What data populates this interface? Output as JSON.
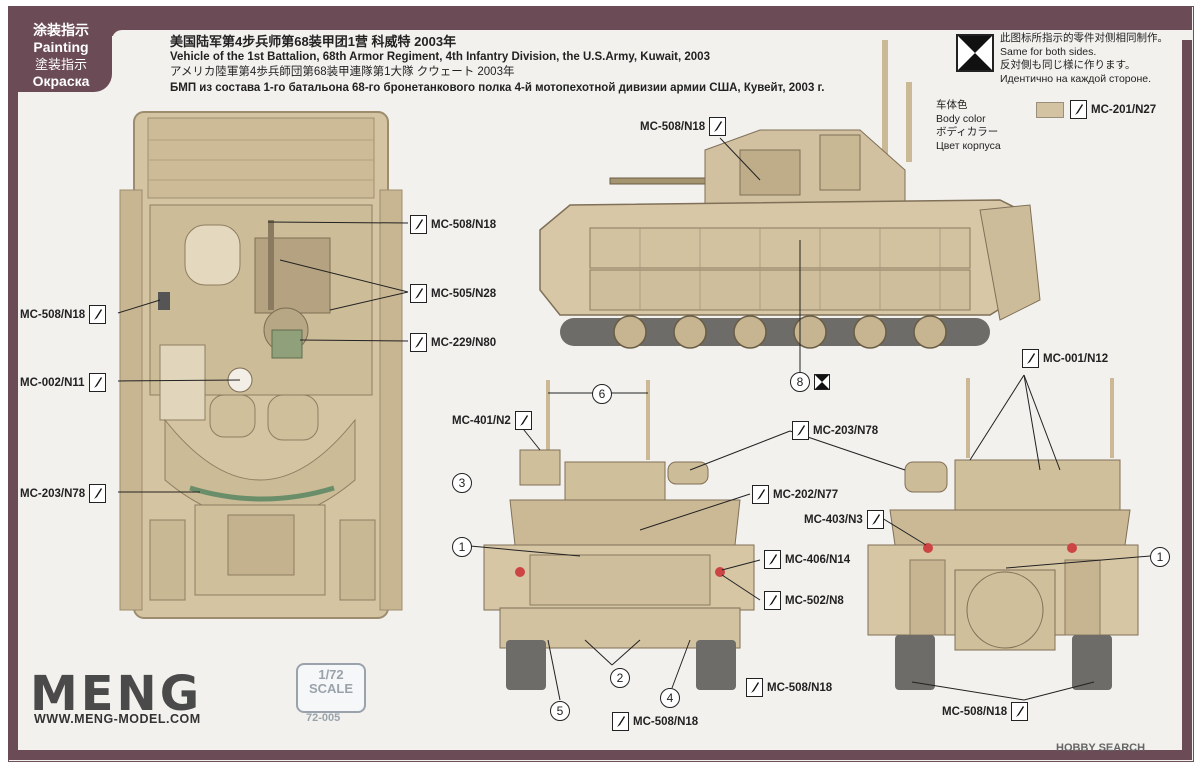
{
  "heading": {
    "cn": "涂装指示",
    "en": "Painting",
    "ja": "塗装指示",
    "ru": "Окраска"
  },
  "title": {
    "cn": "美国陆军第4步兵师第68装甲团1营 科威特 2003年",
    "en1": "Vehicle of the 1st Battalion, 68th Armor Regiment, 4th Infantry Division, the U.S.Army, Kuwait, 2003",
    "ja": "アメリカ陸軍第4歩兵師団第68装甲連隊第1大隊 クウェート 2003年",
    "ru": "БМП из состава 1-го батальона 68-го бронетанкового полка 4-й мотопехотной дивизии армии США, Кувейт, 2003 г."
  },
  "note": {
    "cn": "此图标所指示的零件对侧相同制作。",
    "en": "Same for both sides.",
    "ja": "反対側も同じ様に作ります。",
    "ru": "Идентично на каждой стороне."
  },
  "body_color": {
    "cn": "车体色",
    "en": "Body color",
    "ja": "ボディカラー",
    "ru": "Цвет корпуса",
    "code": "MC-201/N27",
    "swatch": "#d4c3a3"
  },
  "callouts": {
    "top_508": "MC-508/N18",
    "top_505": "MC-505/N28",
    "top_229": "MC-229/N80",
    "left_508": "MC-508/N18",
    "left_002": "MC-002/N11",
    "left_203": "MC-203/N78",
    "side_508": "MC-508/N18",
    "front_401": "MC-401/N2",
    "front_203": "MC-203/N78",
    "front_202": "MC-202/N77",
    "front_406": "MC-406/N14",
    "front_502": "MC-502/N8",
    "front_508a": "MC-508/N18",
    "front_508b": "MC-508/N18",
    "rear_001": "MC-001/N12",
    "rear_403": "MC-403/N3",
    "rear_508": "MC-508/N18"
  },
  "numbers": {
    "n1a": "1",
    "n1b": "1",
    "n2": "2",
    "n3": "3",
    "n4": "4",
    "n5": "5",
    "n6": "6",
    "n8": "8"
  },
  "brand": {
    "logo": "MENG",
    "url": "WWW.MENG-MODEL.COM",
    "scale": "1/72",
    "scale_word": "SCALE",
    "code": "72-005"
  },
  "watermark": "HOBBY SEARCH",
  "colors": {
    "frame": "#6b4b56",
    "sand": "#d8c8a8",
    "sand_dark": "#b9a684",
    "track": "#6b6a66"
  }
}
